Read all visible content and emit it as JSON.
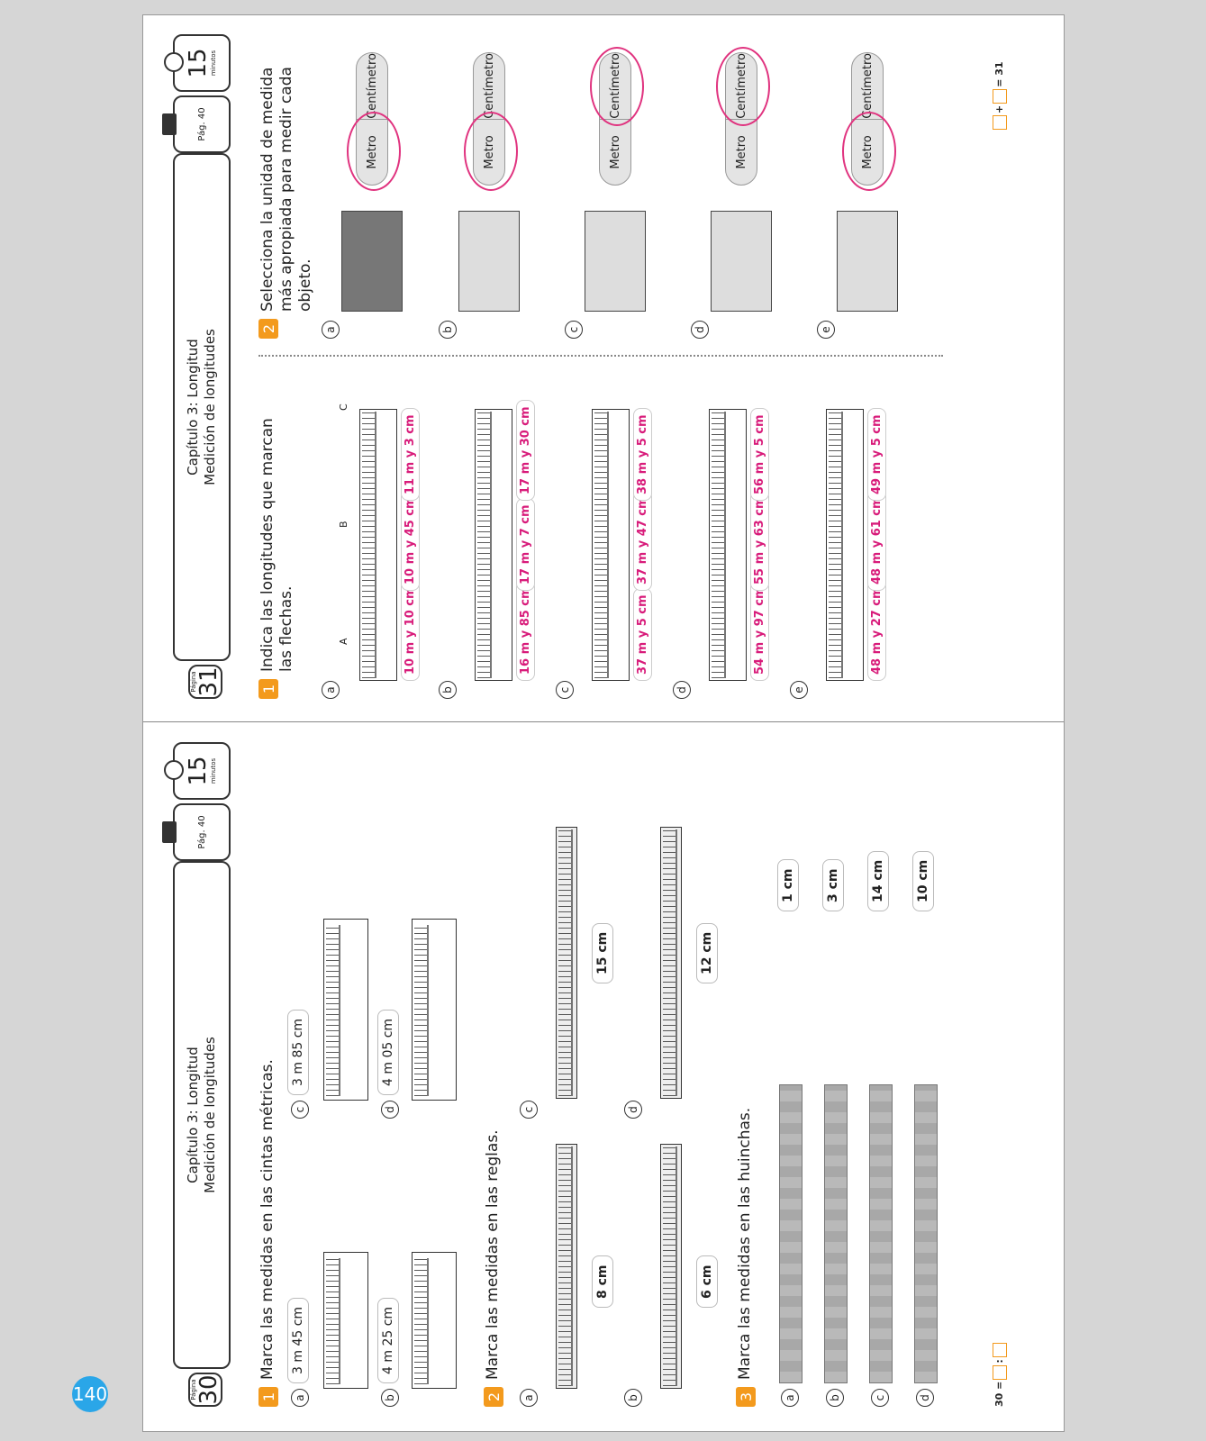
{
  "page_number": "140",
  "left_page": {
    "page_label": "Página",
    "page_number": "30",
    "chapter": "Capítulo 3: Longitud",
    "lesson": "Medición de longitudes",
    "ref": "Pág. 40",
    "time_value": "15",
    "time_unit": "minutos",
    "q1": {
      "num": "1",
      "text": "Marca las medidas en las cintas métricas.",
      "items": [
        {
          "label": "a",
          "value": "3 m 45 cm"
        },
        {
          "label": "b",
          "value": "4 m 25 cm"
        },
        {
          "label": "c",
          "value": "3 m 85 cm"
        },
        {
          "label": "d",
          "value": "4 m 05 cm"
        }
      ]
    },
    "q2": {
      "num": "2",
      "text": "Marca las medidas en las reglas.",
      "items": [
        {
          "label": "a",
          "value": "8 cm"
        },
        {
          "label": "b",
          "value": "6 cm"
        },
        {
          "label": "c",
          "value": "15 cm"
        },
        {
          "label": "d",
          "value": "12 cm"
        }
      ]
    },
    "q3": {
      "num": "3",
      "text": "Marca las medidas en las huinchas.",
      "items": [
        {
          "label": "a",
          "value": "1 cm"
        },
        {
          "label": "b",
          "value": "3 cm"
        },
        {
          "label": "c",
          "value": "14 cm"
        },
        {
          "label": "d",
          "value": "10 cm"
        }
      ]
    },
    "footer": {
      "left": "30 =",
      "sep": ":"
    }
  },
  "right_page": {
    "page_label": "Página",
    "page_number": "31",
    "chapter": "Capítulo 3: Longitud",
    "lesson": "Medición de longitudes",
    "ref": "Pág. 40",
    "time_value": "15",
    "time_unit": "minutos",
    "q1": {
      "num": "1",
      "text": "Indica las longitudes que marcan las flechas.",
      "items": [
        {
          "label": "a",
          "answers": [
            "10 m y 10 cm",
            "10 m y 45 cm",
            "11 m y 3 cm"
          ]
        },
        {
          "label": "b",
          "answers": [
            "16 m y 85 cm",
            "17 m y 7 cm",
            "17 m y 30 cm"
          ]
        },
        {
          "label": "c",
          "answers": [
            "37 m y 5 cm",
            "37 m y 47 cm",
            "38 m y 5 cm"
          ]
        },
        {
          "label": "d",
          "answers": [
            "54 m y 97 cm",
            "55 m y 63 cm",
            "56 m y 5 cm"
          ]
        },
        {
          "label": "e",
          "answers": [
            "48 m y 27 cm",
            "48 m y 61 cm",
            "49 m y 5 cm"
          ]
        }
      ],
      "arrows": [
        "A",
        "B",
        "C"
      ]
    },
    "q2": {
      "num": "2",
      "text": "Selecciona la unidad de medida más apropiada para medir cada objeto.",
      "option_metro": "Metro",
      "option_cm": "Centímetro",
      "items": [
        {
          "label": "a",
          "selected": "metro"
        },
        {
          "label": "b",
          "selected": "metro"
        },
        {
          "label": "c",
          "selected": "cm"
        },
        {
          "label": "d",
          "selected": "cm"
        },
        {
          "label": "e",
          "selected": "metro"
        }
      ]
    },
    "footer": {
      "plus": "+",
      "eq": "= 31"
    }
  }
}
